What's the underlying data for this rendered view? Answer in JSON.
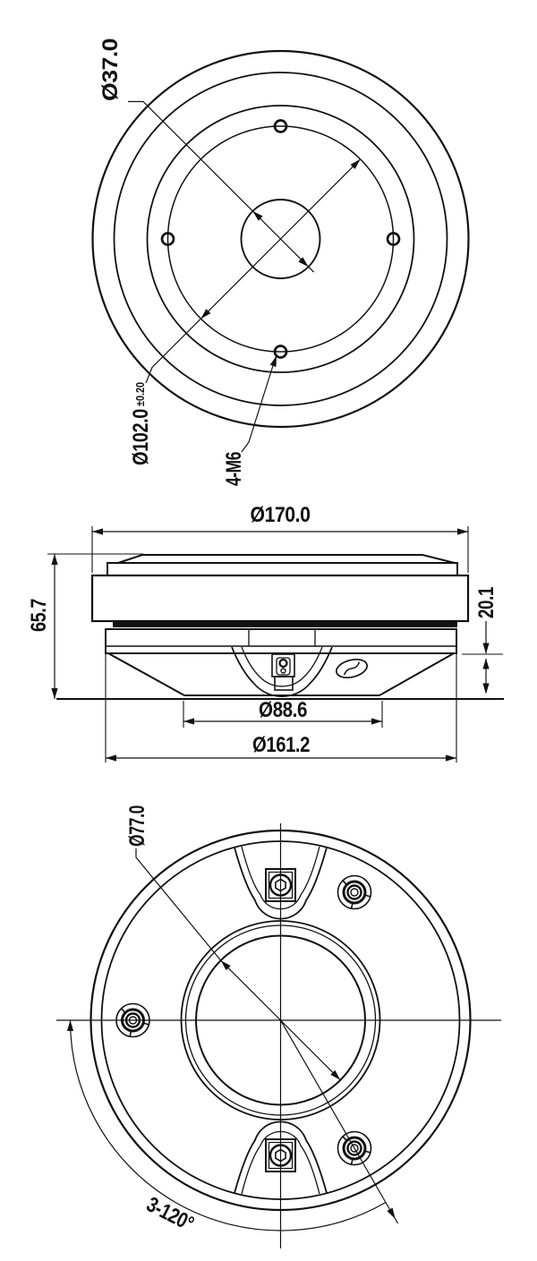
{
  "labels": {
    "front": {
      "center_hole_diameter": "Ø37.0",
      "bolt_circle_diameter": "Ø102.0",
      "bolt_circle_tolerance": "±0.20",
      "mounting_holes": "4-M6"
    },
    "side": {
      "flange_diameter": "Ø170.0",
      "overall_height": "65.7",
      "rear_cover_height": "20.1",
      "rear_flat_diameter": "Ø88.6",
      "body_diameter": "Ø161.2"
    },
    "rear": {
      "throat_diameter": "Ø77.0",
      "screw_pattern": "3-120°"
    }
  },
  "style": {
    "background": "#ffffff",
    "line_color": "#111111"
  },
  "icons": {
    "side_logo": "oval-s-logo"
  }
}
